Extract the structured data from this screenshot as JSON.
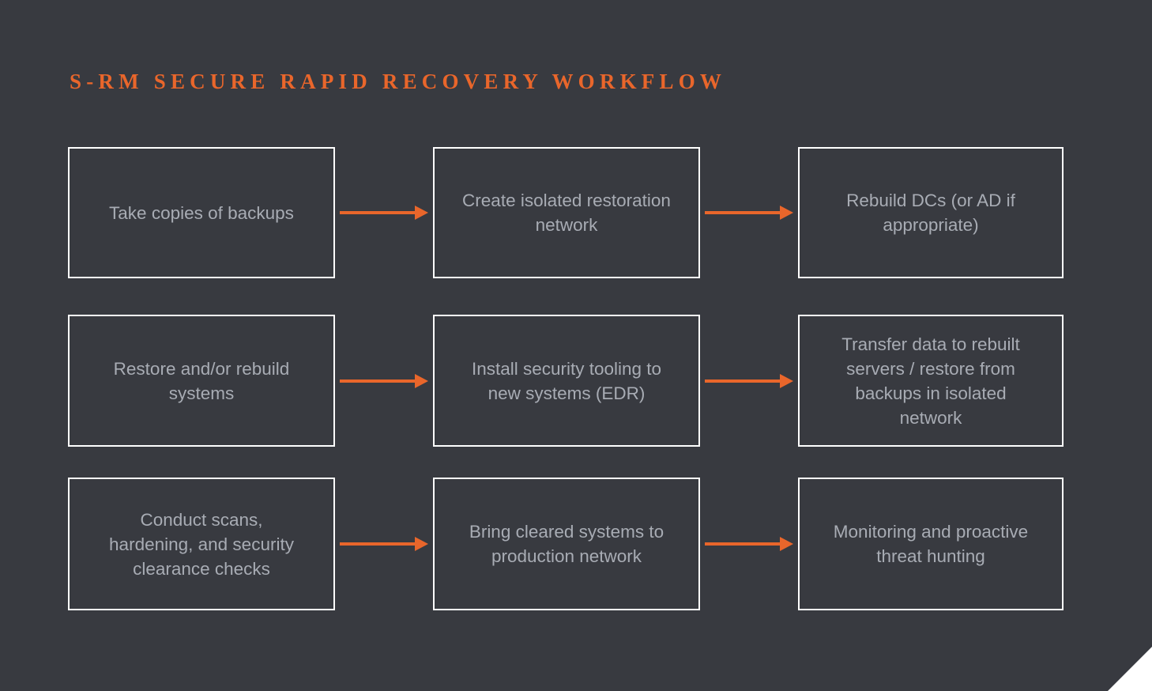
{
  "slide": {
    "title": "S-RM SECURE RAPID RECOVERY WORKFLOW",
    "background_color": "#383a40",
    "accent_color": "#e9662b",
    "box_border_color": "#ffffff",
    "box_text_color": "#a8acb4",
    "corner_notch_color": "#ffffff"
  },
  "flow": {
    "rows": [
      {
        "boxes": [
          {
            "label": "Take copies of backups"
          },
          {
            "label": "Create isolated restoration\nnetwork"
          },
          {
            "label": "Rebuild DCs (or AD if\nappropriate)"
          }
        ],
        "arrows": [
          {
            "name": "arrow-row1-1",
            "direction": "right"
          },
          {
            "name": "arrow-row1-2",
            "direction": "right"
          }
        ]
      },
      {
        "boxes": [
          {
            "label": "Restore and/or rebuild\nsystems"
          },
          {
            "label": "Install security tooling to\nnew systems (EDR)"
          },
          {
            "label": "Transfer data to rebuilt\nservers / restore from\nbackups in isolated\nnetwork"
          }
        ],
        "arrows": [
          {
            "name": "arrow-row2-1",
            "direction": "right"
          },
          {
            "name": "arrow-row2-2",
            "direction": "right"
          }
        ]
      },
      {
        "boxes": [
          {
            "label": "Conduct scans,\nhardening, and security\nclearance checks"
          },
          {
            "label": "Bring cleared systems to\nproduction network"
          },
          {
            "label": "Monitoring and proactive\nthreat hunting"
          }
        ],
        "arrows": [
          {
            "name": "arrow-row3-1",
            "direction": "right"
          },
          {
            "name": "arrow-row3-2",
            "direction": "right"
          }
        ]
      }
    ]
  }
}
